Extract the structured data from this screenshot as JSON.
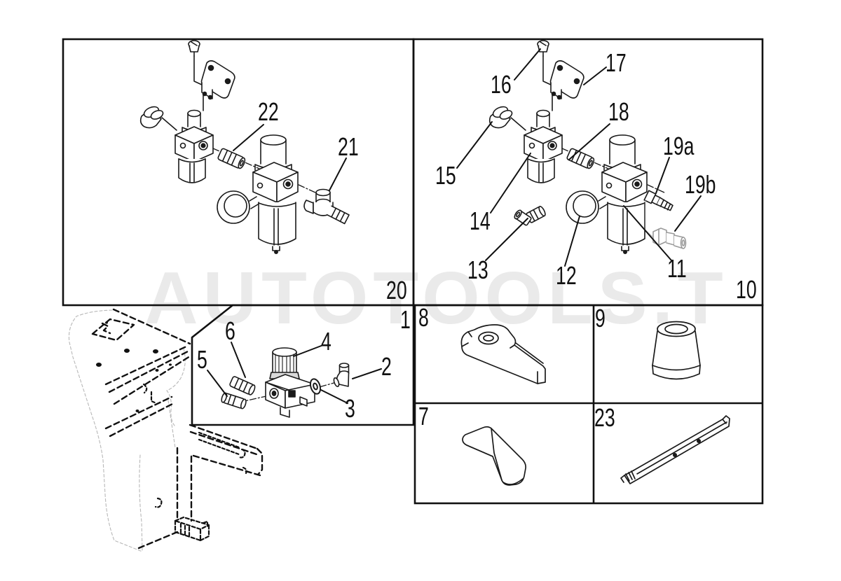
{
  "watermark": {
    "text": "AUTOTOOLS.T"
  },
  "panels": {
    "assembly_left": {
      "number": "20",
      "callouts": {
        "c22": "22",
        "c21": "21"
      }
    },
    "assembly_right": {
      "number": "10",
      "callouts": {
        "c16": "16",
        "c17": "17",
        "c15": "15",
        "c14": "14",
        "c18": "18",
        "c13": "13",
        "c12": "12",
        "c19a": "19a",
        "c19b": "19b",
        "c11": "11"
      }
    },
    "regulator": {
      "number": "1",
      "callouts": {
        "c6": "6",
        "c5": "5",
        "c4": "4",
        "c2": "2",
        "c3": "3"
      }
    },
    "cell_8": {
      "number": "8"
    },
    "cell_9": {
      "number": "9"
    },
    "cell_7": {
      "number": "7"
    },
    "cell_23": {
      "number": "23"
    }
  }
}
